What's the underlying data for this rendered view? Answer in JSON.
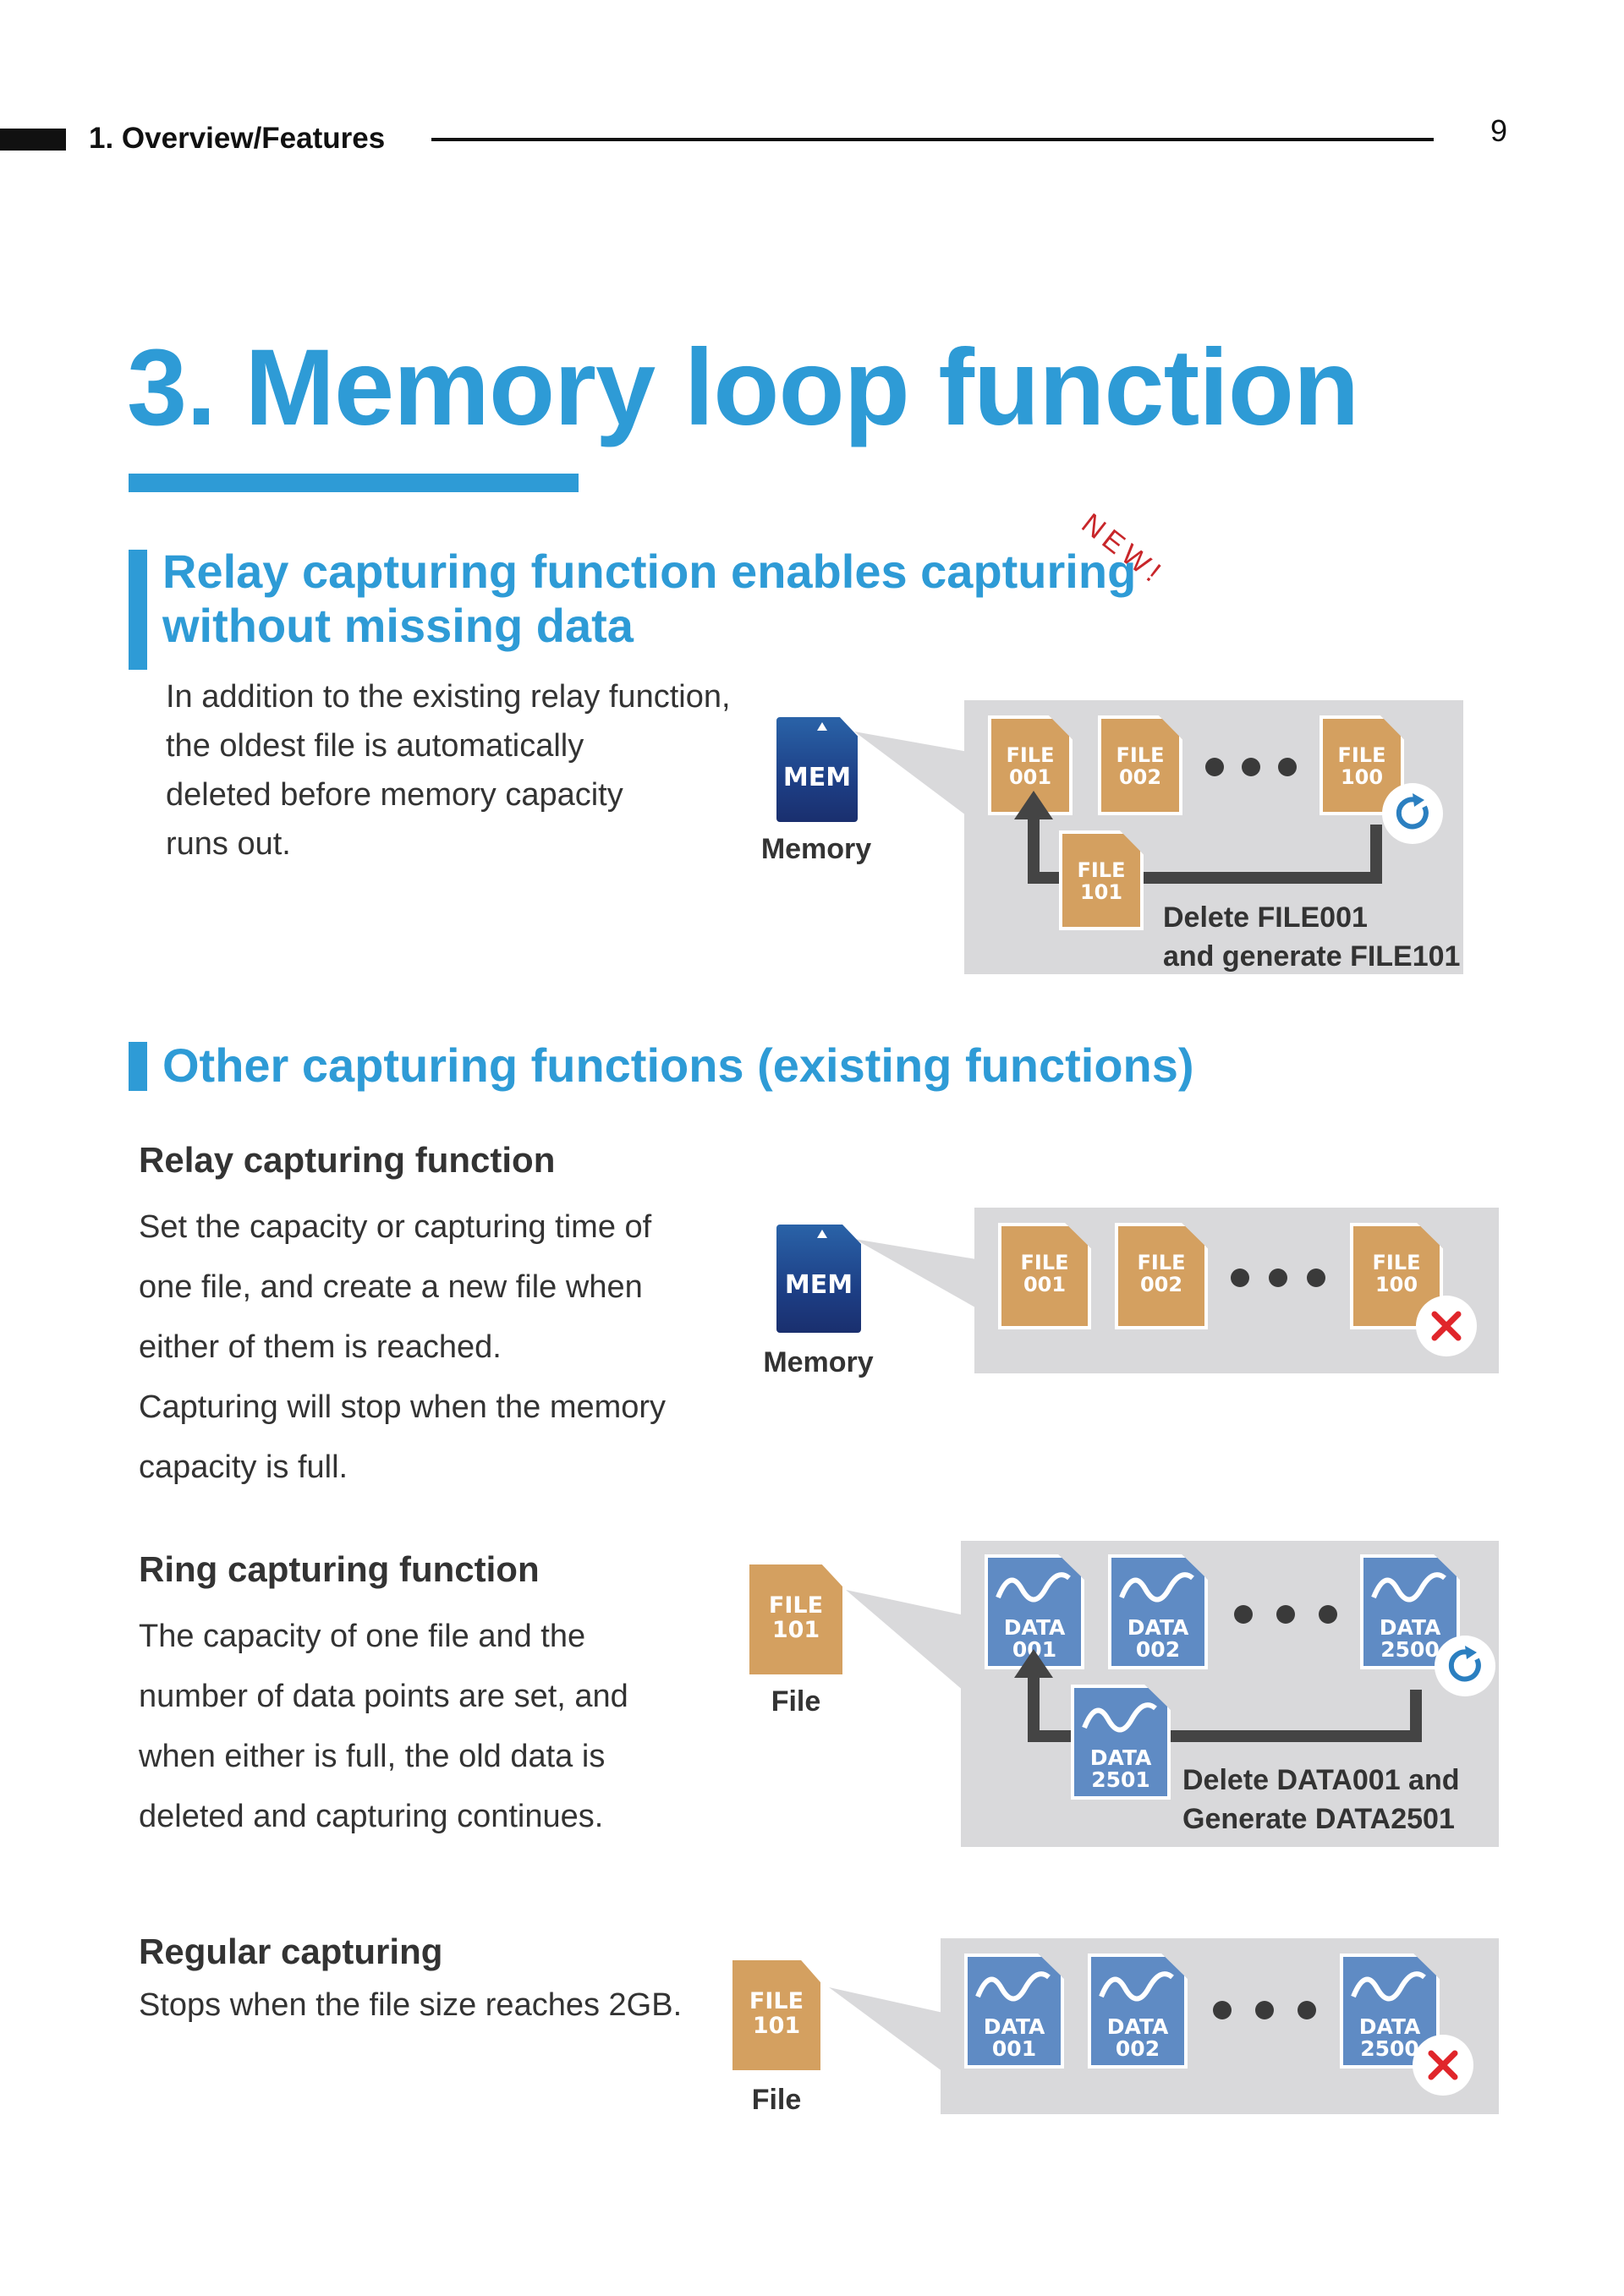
{
  "header": {
    "section": "1. Overview/Features",
    "page_number": "9"
  },
  "title": "3. Memory loop function",
  "new_tag": "NEW!",
  "relay_section": {
    "heading_line1": "Relay capturing function enables capturing",
    "heading_line2": "without missing data",
    "body": [
      "In addition to the existing relay function,",
      "the oldest file is automatically",
      "deleted before memory capacity",
      "runs out."
    ],
    "card_label": "MEM",
    "card_caption": "Memory",
    "files": [
      {
        "line1": "FILE",
        "line2": "001"
      },
      {
        "line1": "FILE",
        "line2": "002"
      },
      {
        "line1": "FILE",
        "line2": "100"
      },
      {
        "line1": "FILE",
        "line2": "101"
      }
    ],
    "caption_line1": "Delete FILE001",
    "caption_line2": "and generate FILE101"
  },
  "other_section": {
    "heading": "Other capturing functions (existing functions)"
  },
  "relay_capturing": {
    "title": "Relay capturing function",
    "body": [
      "Set the capacity or capturing time of",
      "one file, and create a new file when",
      "either of them is reached.",
      "Capturing will stop when the memory",
      "capacity is full."
    ],
    "card_label": "MEM",
    "card_caption": "Memory",
    "files": [
      {
        "line1": "FILE",
        "line2": "001"
      },
      {
        "line1": "FILE",
        "line2": "002"
      },
      {
        "line1": "FILE",
        "line2": "100"
      }
    ]
  },
  "ring_capturing": {
    "title": "Ring capturing function",
    "body": [
      "The capacity of one file and the",
      "number of data points are set, and",
      "when either is full, the old data is",
      "deleted and capturing continues."
    ],
    "file_label": {
      "line1": "FILE",
      "line2": "101"
    },
    "file_caption": "File",
    "data": [
      {
        "line1": "DATA",
        "line2": "001"
      },
      {
        "line1": "DATA",
        "line2": "002"
      },
      {
        "line1": "DATA",
        "line2": "2500"
      },
      {
        "line1": "DATA",
        "line2": "2501"
      }
    ],
    "caption_line1": "Delete DATA001 and",
    "caption_line2": "Generate DATA2501"
  },
  "regular_capturing": {
    "title": "Regular capturing",
    "body": "Stops when the file size reaches 2GB.",
    "file_label": {
      "line1": "FILE",
      "line2": "101"
    },
    "file_caption": "File",
    "data": [
      {
        "line1": "DATA",
        "line2": "001"
      },
      {
        "line1": "DATA",
        "line2": "002"
      },
      {
        "line1": "DATA",
        "line2": "2500"
      }
    ]
  },
  "colors": {
    "accent": "#2e9bd6",
    "file": "#d4a060",
    "data": "#5f8bc4",
    "panel": "#d9d9db",
    "stop": "#e0262b"
  }
}
